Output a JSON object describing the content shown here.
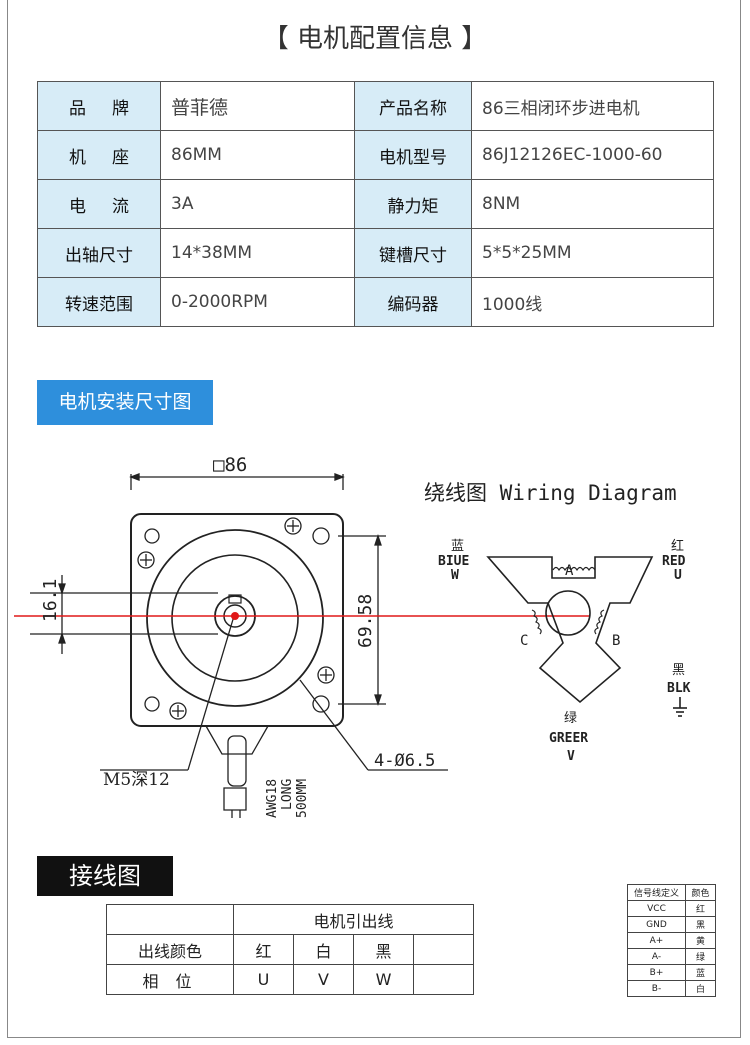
{
  "header": {
    "title": "【 电机配置信息 】"
  },
  "specs": [
    {
      "label": "品牌",
      "value": "普菲德",
      "label2": "产品名称",
      "value2": "86三相闭环步进电机"
    },
    {
      "label": "机座",
      "value": "86MM",
      "label2": "电机型号",
      "value2": "86J12126EC-1000-60"
    },
    {
      "label": "电流",
      "value": "3A",
      "label2": "静力矩",
      "value2": "8NM"
    },
    {
      "label": "出轴尺寸",
      "value": "14*38MM",
      "label2": "键槽尺寸",
      "value2": "5*5*25MM"
    },
    {
      "label": "转速范围",
      "value": "0-2000RPM",
      "label2": "编码器",
      "value2": "1000线"
    }
  ],
  "install_section": {
    "label": "电机安装尺寸图"
  },
  "dimensions": {
    "width": "□86",
    "shaft_offset": "16.1",
    "hole_spacing": "69.58",
    "screw": "M5深12",
    "holes": "4-Ø6.5",
    "cable_1": "AWG18",
    "cable_2": "LONG",
    "cable_3": "500MM"
  },
  "wiring": {
    "title": "绕线图 Wiring Diagram",
    "coil_a": "A",
    "coil_b": "B",
    "coil_c": "C",
    "blue_cn": "蓝",
    "blue_en": "BIUE",
    "blue_phase": "W",
    "red_cn": "红",
    "red_en": "RED",
    "red_phase": "U",
    "black_cn": "黑",
    "black_en": "BLK",
    "green_cn": "绿",
    "green_en": "GREER",
    "green_phase": "V"
  },
  "connection_section": {
    "label": "接线图"
  },
  "lead_table": {
    "header": "电机引出线",
    "row1_label": "出线颜色",
    "colors": [
      "红",
      "白",
      "黑"
    ],
    "row2_label": "相 位",
    "phases": [
      "U",
      "V",
      "W"
    ]
  },
  "signal_table": {
    "header": [
      "信号线定义",
      "颜色"
    ],
    "rows": [
      {
        "signal": "VCC",
        "color": "红"
      },
      {
        "signal": "GND",
        "color": "黑"
      },
      {
        "signal": "A+",
        "color": "黄"
      },
      {
        "signal": "A-",
        "color": "绿"
      },
      {
        "signal": "B+",
        "color": "蓝"
      },
      {
        "signal": "B-",
        "color": "白"
      }
    ]
  },
  "colors": {
    "label_bg": "#d7ecf7",
    "accent_blue": "#2e8fdc",
    "axis_red": "#e01818"
  }
}
